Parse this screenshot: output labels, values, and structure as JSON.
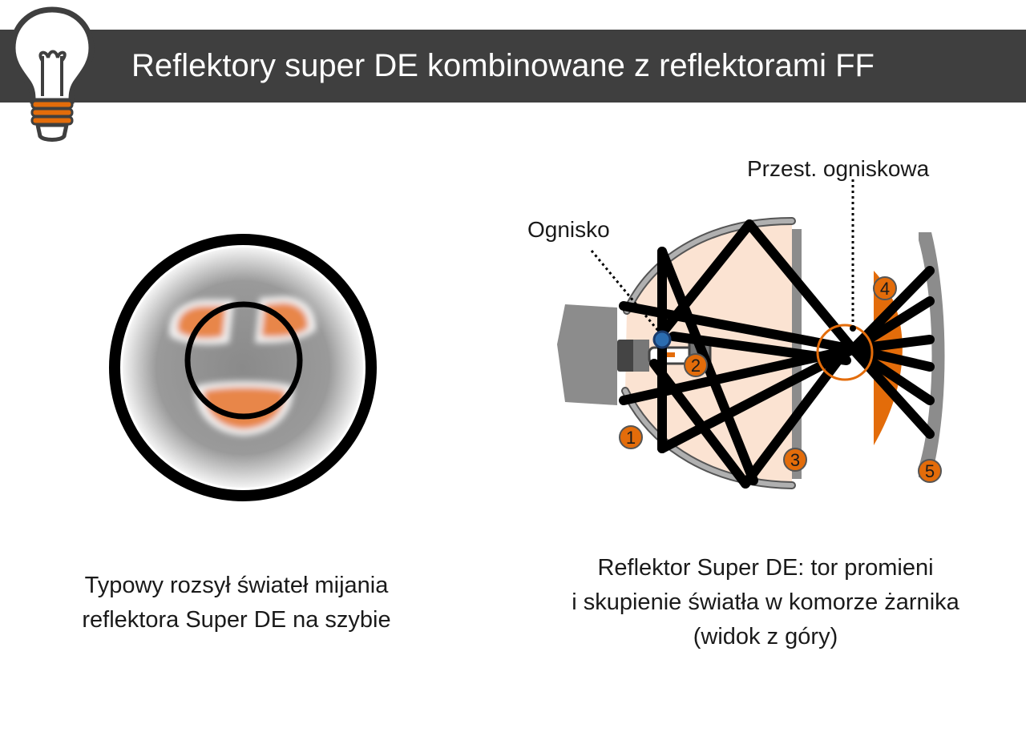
{
  "header": {
    "title": "Reflektory super DE kombinowane z reflektorami FF",
    "bulb_icon": "lightbulb-icon"
  },
  "left_figure": {
    "caption_line1": "Typowy rozsył świateł mijania",
    "caption_line2": "reflektora Super DE na szybie"
  },
  "right_figure": {
    "label_focus": "Ognisko",
    "label_focal_length": "Przest. ogniskowa",
    "markers": [
      "1",
      "2",
      "3",
      "4",
      "5"
    ],
    "caption_line1": "Reflektor Super DE: tor promieni",
    "caption_line2": "i skupienie światła w komorze żarnika",
    "caption_line3": "(widok z góry)"
  },
  "colors": {
    "header_bg": "#3f3f3f",
    "accent_orange": "#e36c0a",
    "reflector_fill": "#fbe3d2",
    "housing_gray": "#8c8c8c",
    "focus_blue": "#2b6cb0"
  }
}
